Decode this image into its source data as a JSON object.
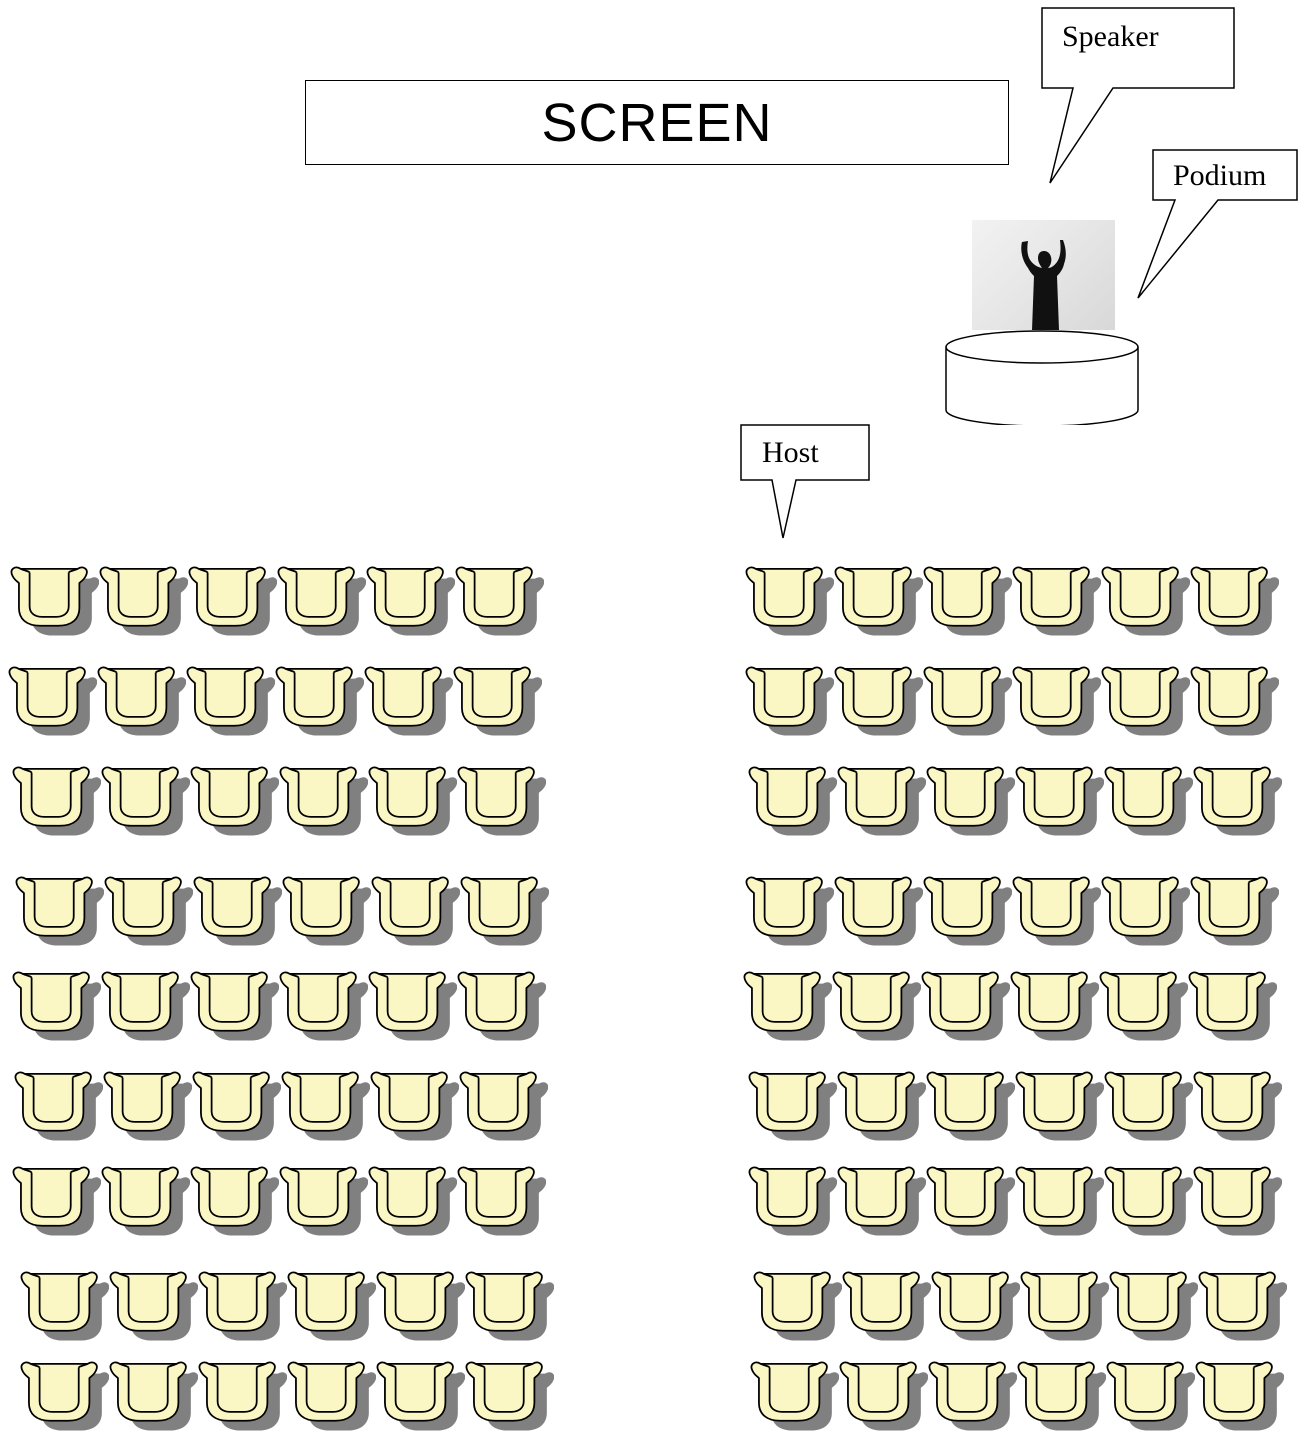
{
  "screen": {
    "label": "SCREEN"
  },
  "callouts": {
    "speaker": "Speaker",
    "podium": "Podium",
    "host": "Host"
  },
  "seating": {
    "sections": [
      {
        "side": "left",
        "rows": 9,
        "seats_per_row": 6
      },
      {
        "side": "right",
        "rows": 9,
        "seats_per_row": 6
      }
    ],
    "seat_color": "#fbf7c4",
    "shadow_color": "#808080"
  }
}
